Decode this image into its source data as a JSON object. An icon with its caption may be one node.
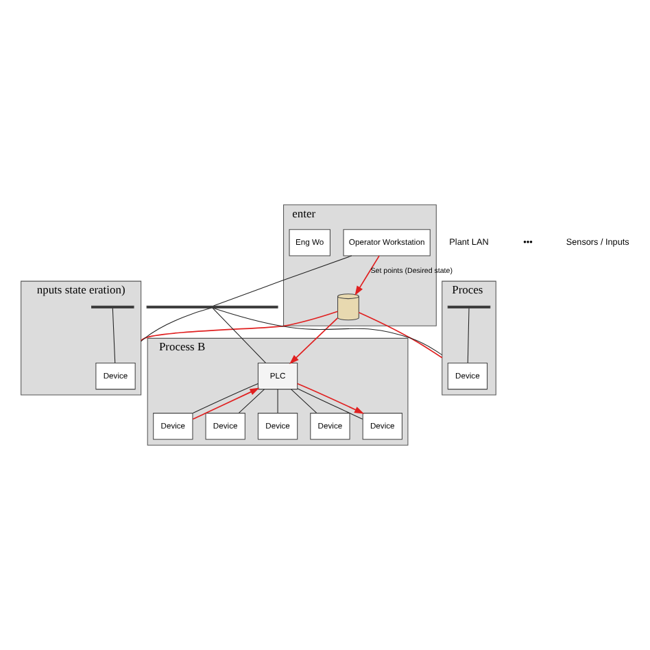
{
  "diagram": {
    "nodes": [
      {
        "text": [
          "enter"
        ]
      },
      {
        "text": [],
        "shape": "cylinder",
        "in": 0
      },
      {
        "text": [
          "Operator Workstation"
        ],
        "in": 0
      },
      {
        "text": [
          "Eng Wo"
        ],
        "in": 0
      },
      {
        "text": [
          "nputs state eration)"
        ]
      },
      {
        "text": [
          "Device"
        ],
        "in": 4
      },
      {
        "text": [
          "Process B"
        ]
      },
      {
        "text": [
          "PLC"
        ],
        "in": 6
      },
      {
        "text": [
          "Device"
        ],
        "in": 6
      },
      {
        "text": [
          "Device"
        ],
        "in": 6
      },
      {
        "text": [
          "Device"
        ],
        "in": 6
      },
      {
        "text": [
          "Device"
        ],
        "in": 6
      },
      {
        "text": [
          "Device"
        ],
        "in": 6
      },
      {
        "text": [
          "Proces"
        ]
      },
      {
        "text": [
          "Device"
        ],
        "in": 13
      },
      {
        "text": [],
        "shape": "bar"
      },
      {
        "text": [],
        "shape": "bar",
        "in": 4
      },
      {
        "text": [],
        "shape": "bar",
        "in": 13
      }
    ],
    "edges": [
      {
        "from": 2,
        "to": 1,
        "arrow": "to",
        "label": "Set points (Desired state)",
        "color": "#e02020"
      },
      {
        "from": 1,
        "to": 7,
        "arrow": "to",
        "color": "#e02020"
      },
      {
        "from": 1,
        "to": 4,
        "arrow": "none",
        "color": "#e02020"
      },
      {
        "from": 1,
        "to": 13,
        "arrow": "none",
        "color": "#e02020"
      },
      {
        "from": 2,
        "to": 15,
        "arrow": "none"
      },
      {
        "from": 15,
        "to": 7,
        "arrow": "none"
      },
      {
        "from": 15,
        "to": 4,
        "arrow": "none"
      },
      {
        "from": 15,
        "to": 13,
        "arrow": "none"
      },
      {
        "from": 7,
        "to": 8,
        "arrow": "none"
      },
      {
        "from": 7,
        "to": 9,
        "arrow": "none"
      },
      {
        "from": 7,
        "to": 10,
        "arrow": "none"
      },
      {
        "from": 7,
        "to": 11,
        "arrow": "none"
      },
      {
        "from": 7,
        "to": 12,
        "arrow": "none"
      },
      {
        "from": 8,
        "to": 7,
        "arrow": "to",
        "color": "#e02020"
      },
      {
        "from": 7,
        "to": 12,
        "arrow": "to",
        "color": "#e02020"
      },
      {
        "from": 16,
        "to": 5,
        "arrow": "none"
      },
      {
        "from": 17,
        "to": 14,
        "arrow": "none"
      }
    ],
    "labels": [
      "Plant LAN",
      "•••",
      "Sensors / Inputs"
    ]
  }
}
